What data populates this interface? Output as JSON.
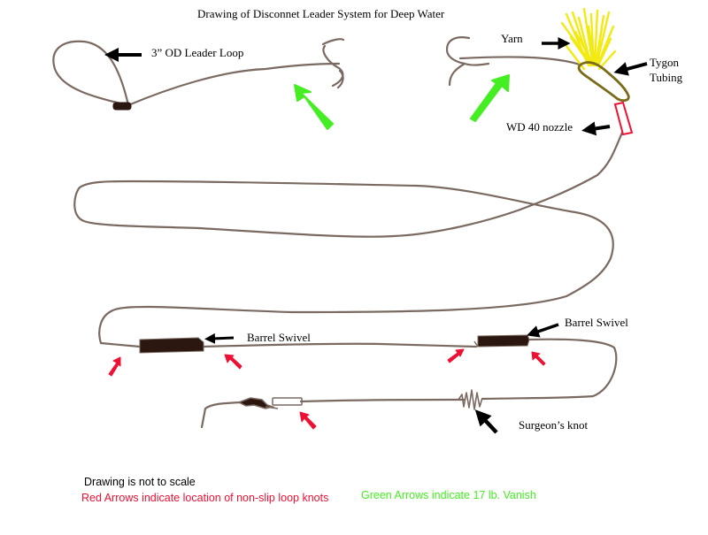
{
  "title": "Drawing of Disconnet Leader System for Deep Water",
  "labels": {
    "leader_loop": "3” OD Leader Loop",
    "yarn": "Yarn",
    "tygon_line1": "Tygon",
    "tygon_line2": "Tubing",
    "wd40": "WD 40 nozzle",
    "barrel_swivel_left": "Barrel Swivel",
    "barrel_swivel_right": "Barrel Swivel",
    "surgeons_knot": "Surgeon’s knot"
  },
  "notes": {
    "not_to_scale": "Drawing is not to scale",
    "red_arrows": "Red Arrows indicate location of non-slip loop knots",
    "green_arrows": "Green Arrows indicate 17 lb. Vanish"
  },
  "colors": {
    "line": "#7a6a62",
    "swivel": "#2b1610",
    "black_arrow": "#000000",
    "red_arrow": "#ee1133",
    "green_arrow": "#44ee22",
    "yarn": "#f2ea12",
    "tygon": "#7a6a1a",
    "nozzle": "#ee1133",
    "note_red": "#ee1133",
    "note_green": "#44ee22"
  }
}
